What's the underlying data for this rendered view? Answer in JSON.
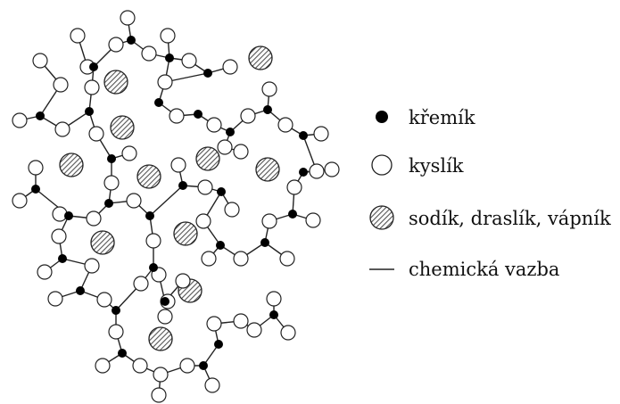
{
  "legend": {
    "silicon": {
      "label": "křemík",
      "symbol": "black-dot-icon"
    },
    "oxygen": {
      "label": "kyslík",
      "symbol": "white-circle-icon"
    },
    "cation": {
      "label": "sodík, draslík, vápník",
      "symbol": "hatched-circle-icon"
    },
    "bond": {
      "label": "chemická vazba",
      "symbol": "line-icon"
    }
  },
  "colors": {
    "silicon": "#000000",
    "oxygen": "#ffffff",
    "stroke": "#1a1a1a",
    "hatch": "#666666"
  }
}
